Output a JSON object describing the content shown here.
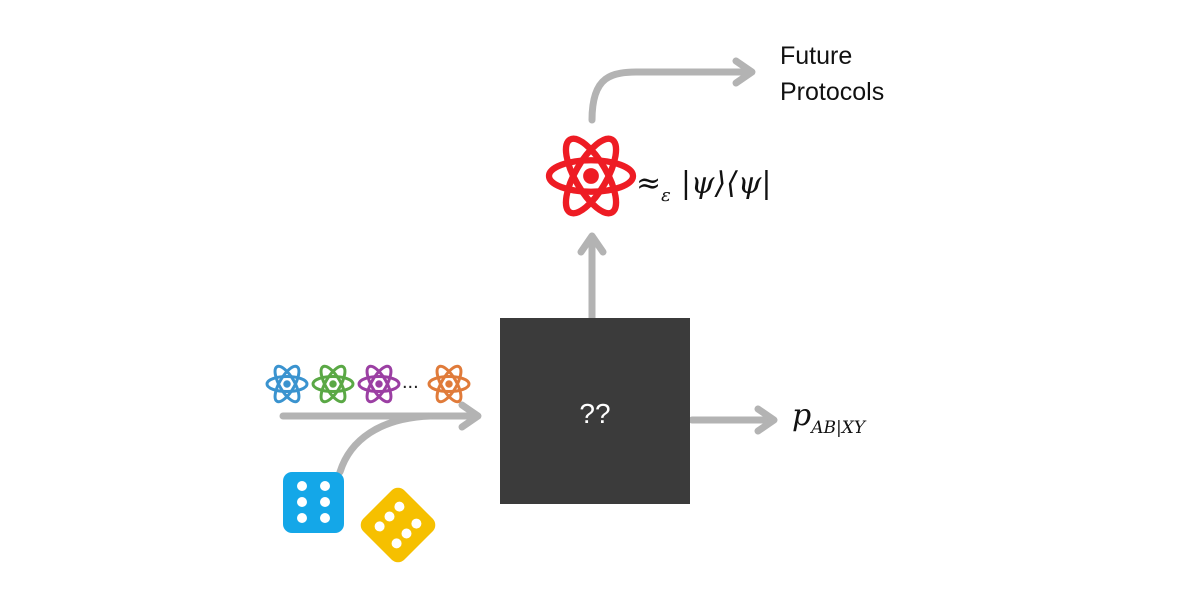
{
  "labels": {
    "future_line1": "Future",
    "future_line2": "Protocols",
    "approx_symbol": "≈",
    "approx_subscript": "ε",
    "state": "|ψ⟩⟨ψ|",
    "prob_base": "p",
    "prob_subscript": "AB|XY",
    "box_text": "??",
    "ellipsis": "..."
  },
  "colors": {
    "arrow": "#b3b3b3",
    "box": "#3b3b3b",
    "atom_output": "#ee1c24",
    "atom_input_1": "#3a93cf",
    "atom_input_2": "#5aa845",
    "atom_input_3": "#9b3fa3",
    "atom_input_4": "#e07b3a",
    "die_blue": "#14a7e8",
    "die_yellow": "#f6c000"
  },
  "icons": [
    "atom-icon",
    "dice-icon"
  ]
}
